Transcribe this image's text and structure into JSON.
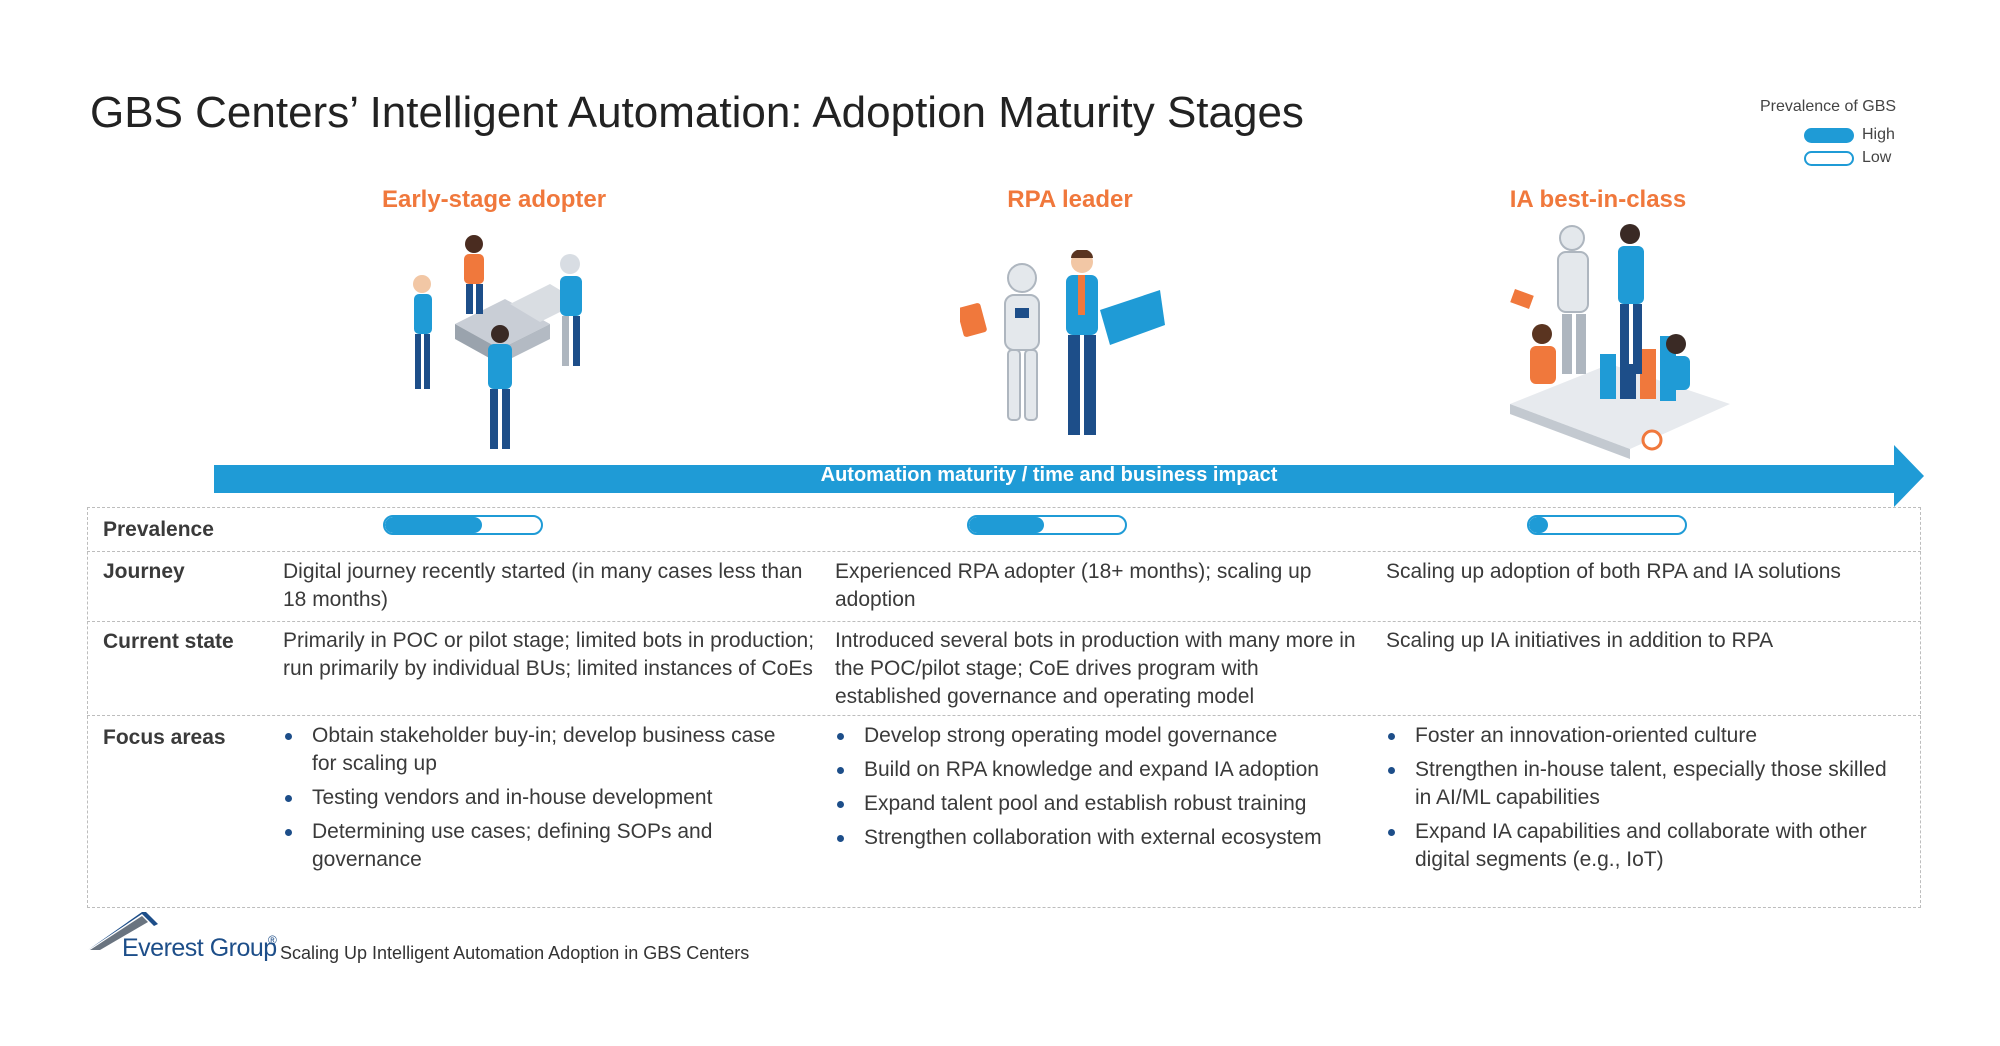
{
  "title": "GBS Centers’ Intelligent Automation: Adoption Maturity Stages",
  "legend": {
    "title": "Prevalence of GBS",
    "high": "High",
    "low": "Low"
  },
  "colors": {
    "accent": "#1f9bd6",
    "stage_title": "#f0783c",
    "brand": "#1d4e89"
  },
  "stages": [
    {
      "name": "Early-stage adopter",
      "prevalence": 0.62
    },
    {
      "name": "RPA leader",
      "prevalence": 0.48
    },
    {
      "name": "IA best-in-class",
      "prevalence": 0.12
    }
  ],
  "arrow_label": "Automation maturity / time and business impact",
  "rows": {
    "prevalence": "Prevalence",
    "journey": "Journey",
    "current_state": "Current state",
    "focus_areas": "Focus areas"
  },
  "journey": [
    "Digital journey recently started (in many cases less than 18 months)",
    "Experienced RPA adopter (18+ months); scaling up adoption",
    "Scaling up adoption of both RPA and IA solutions"
  ],
  "current_state": [
    "Primarily in POC or pilot stage; limited bots in production; run primarily by individual BUs; limited instances of CoEs",
    "Introduced several bots in production with many more in the POC/pilot stage; CoE drives program with established governance and operating model",
    "Scaling up IA initiatives in addition to RPA"
  ],
  "focus_areas": [
    [
      "Obtain stakeholder buy-in; develop business case for scaling up",
      "Testing vendors and in-house development",
      "Determining use cases; defining SOPs and governance"
    ],
    [
      "Develop strong operating model governance",
      "Build on RPA knowledge and expand IA adoption",
      "Expand talent pool and establish robust training",
      "Strengthen collaboration with external ecosystem"
    ],
    [
      "Foster an innovation-oriented culture",
      "Strengthen in-house talent, especially those skilled in AI/ML capabilities",
      "Expand IA capabilities and collaborate with other digital segments (e.g., IoT)"
    ]
  ],
  "footer": {
    "logo_text": "Everest Group",
    "logo_reg": "®",
    "caption": "Scaling Up Intelligent Automation Adoption in GBS Centers"
  }
}
